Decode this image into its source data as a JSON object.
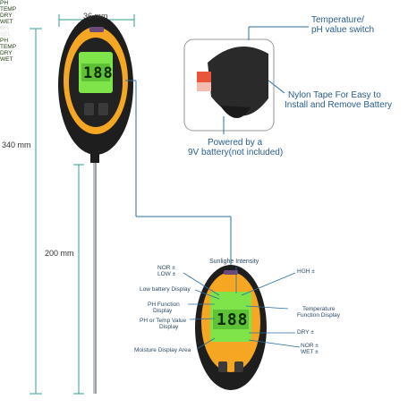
{
  "dimensions": {
    "width_label": "36 mm",
    "total_length_label": "340 mm",
    "probe_length_label": "200 mm"
  },
  "callouts": {
    "switch": "Temperature/",
    "switch2": "pH value switch",
    "nylon1": "Nylon Tape For Easy to",
    "nylon2": "Install and Remove Battery",
    "battery1": "Powered by a",
    "battery2": "9V battery(not included)"
  },
  "detail": {
    "sunlight": "Sunlighe Intensity",
    "nor_low_1": "NOR ±",
    "nor_low_2": "LOW ±",
    "hgh": "HGH ±",
    "low_battery": "Low battery Display",
    "ph_function_1": "PH Function",
    "ph_function_2": "Display",
    "temp_function_1": "Temperature",
    "temp_function_2": "Function Display",
    "ph_temp_1": "PH or Temp Value",
    "ph_temp_2": "Display",
    "dry": "DRY ±",
    "moisture": "Moisture Display Area",
    "nor_wet_1": "NOR ±",
    "nor_wet_2": "WET ±"
  },
  "device": {
    "lcd_digits": "188",
    "lcd_ph": "PH",
    "lcd_temp": "TEMP",
    "lcd_dry": "DRY",
    "lcd_wet": "WET",
    "button_left": "ON",
    "button_right": "SEL"
  },
  "colors": {
    "body_orange": "#f5a623",
    "body_black": "#1e1e1e",
    "lcd_green": "#7fe34a",
    "line_blue": "#2a6fa8",
    "dim_line": "#2f9e8f"
  }
}
